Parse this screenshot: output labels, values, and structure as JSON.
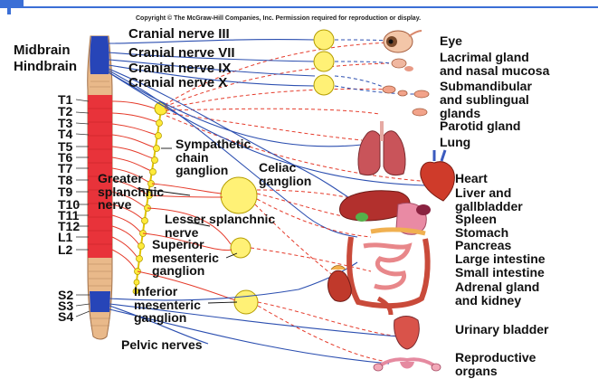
{
  "copyright": "Copyright © The McGraw-Hill Companies, Inc. Permission required for reproduction or display.",
  "colors": {
    "sympathetic": "#e53b2b",
    "parasympathetic": "#2c4fb0",
    "cord_red": "#e8333a",
    "cord_blue": "#2745b8",
    "cord_tan": "#e9b98a",
    "ganglion": "#fff176",
    "chain": "#ffeb3b",
    "frame": "#3b6fd6"
  },
  "cns_labels": {
    "midbrain": "Midbrain",
    "hindbrain": "Hindbrain"
  },
  "cranial_nerves": [
    "Cranial nerve III",
    "Cranial nerve VII",
    "Cranial nerve IX",
    "Cranial nerve X"
  ],
  "spinal_segments": [
    "T1",
    "T2",
    "T3",
    "T4",
    "T5",
    "T6",
    "T7",
    "T8",
    "T9",
    "T10",
    "T11",
    "T12",
    "L1",
    "L2",
    "S2",
    "S3",
    "S4"
  ],
  "ganglion_labels": {
    "sympathetic_chain": "Sympathetic\nchain\nganglion",
    "celiac": "Celiac\nganglion",
    "greater_splanchnic": "Greater\nsplanchnic\nnerve",
    "lesser_splanchnic": "Lesser splanchnic\nnerve",
    "superior_mesenteric": "Superior\nmesenteric\nganglion",
    "inferior_mesenteric": "Inferior\nmesenteric\nganglion",
    "pelvic_nerves": "Pelvic nerves"
  },
  "organs": {
    "eye": "Eye",
    "lacrimal": "Lacrimal gland\nand nasal mucosa",
    "submandibular": "Submandibular\nand sublingual\nglands",
    "parotid": "Parotid gland",
    "lung": "Lung",
    "heart": "Heart",
    "liver": "Liver and\ngallbladder",
    "spleen": "Spleen",
    "stomach": "Stomach",
    "pancreas": "Pancreas",
    "large_intestine": "Large intestine",
    "small_intestine": "Small intestine",
    "adrenal": "Adrenal gland\nand kidney",
    "bladder": "Urinary bladder",
    "reproductive": "Reproductive\norgans"
  }
}
